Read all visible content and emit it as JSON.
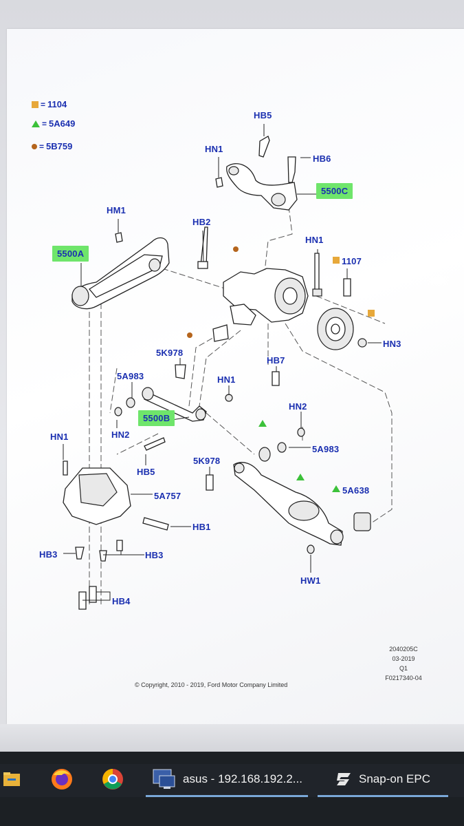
{
  "legend": [
    {
      "symbol": "square",
      "color": "#e7a83a",
      "text": "1104"
    },
    {
      "symbol": "triangle",
      "color": "#3cc13a",
      "text": "5A649"
    },
    {
      "symbol": "circle",
      "color": "#b5651d",
      "text": "5B759"
    }
  ],
  "legend_eq": "=",
  "labels": {
    "hb5_top": "HB5",
    "hn1_top": "HN1",
    "hb6": "HB6",
    "c5500c": "5500C",
    "hm1": "HM1",
    "hb2": "HB2",
    "hn1_right": "HN1",
    "c5500a": "5500A",
    "p1107": "1107",
    "hn3": "HN3",
    "k5978_top": "5K978",
    "hb7": "HB7",
    "a5983_left": "5A983",
    "hn1_mid": "HN1",
    "c5500b": "5500B",
    "hn2_left": "HN2",
    "hn2_right": "HN2",
    "hn1_left": "HN1",
    "a5983_right": "5A983",
    "hb5_low": "HB5",
    "k5978_low": "5K978",
    "a5757": "5A757",
    "a5638": "5A638",
    "hb1": "HB1",
    "hb3_left": "HB3",
    "hb3_right": "HB3",
    "hb4": "HB4",
    "hw1": "HW1"
  },
  "meta": {
    "code": "2040205C",
    "date": "03-2019",
    "q": "Q1",
    "ref": "F0217340-04"
  },
  "copyright": "© Copyright, 2010 - 2019, Ford Motor Company Limited",
  "taskbar": {
    "app1_label": "asus - 192.168.192.2...",
    "app2_label": "Snap-on EPC"
  }
}
